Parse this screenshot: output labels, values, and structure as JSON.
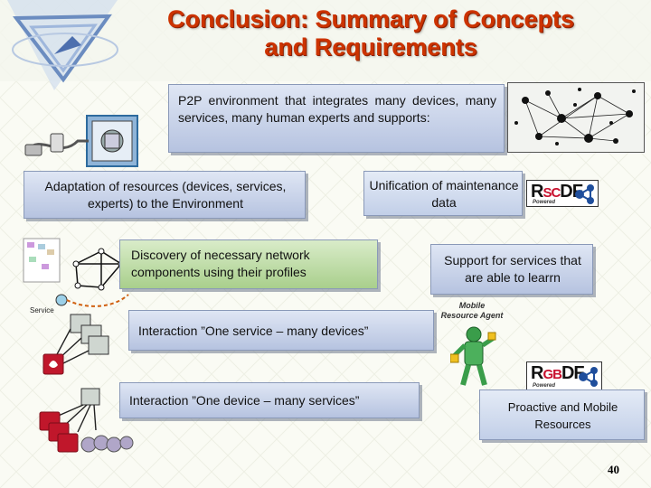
{
  "title": {
    "line1": "Conclusion: Summary of Concepts",
    "line2": "and Requirements"
  },
  "boxes": {
    "p2p": "P2P environment that integrates many devices, many services, many human experts and supports:",
    "adaptation": "Adaptation of resources (devices, services, experts) to the Environment",
    "unification": "Unification of maintenance data",
    "discovery": "Discovery of necessary network components using their profiles",
    "learn": "Support for services that are able to learrn",
    "one_service": "Interaction ”One service – many devices”",
    "one_device": "Interaction ”One device – many services”",
    "proactive": "Proactive and Mobile Resources"
  },
  "labels": {
    "service": "Service",
    "mobile_agent": "Mobile Resource Agent"
  },
  "logos": {
    "rscdf": {
      "r": "R",
      "mid": "SC",
      "end": "DF",
      "sub": "Powered"
    },
    "rgbdf": {
      "r": "R",
      "mid": "GB",
      "end": "DF",
      "sub": "Powered"
    }
  },
  "page_number": "40",
  "colors": {
    "title": "#cc3300",
    "box_blue": "#c3cfe8",
    "box_green": "#b9d9a0",
    "border": "#8a99b8"
  }
}
